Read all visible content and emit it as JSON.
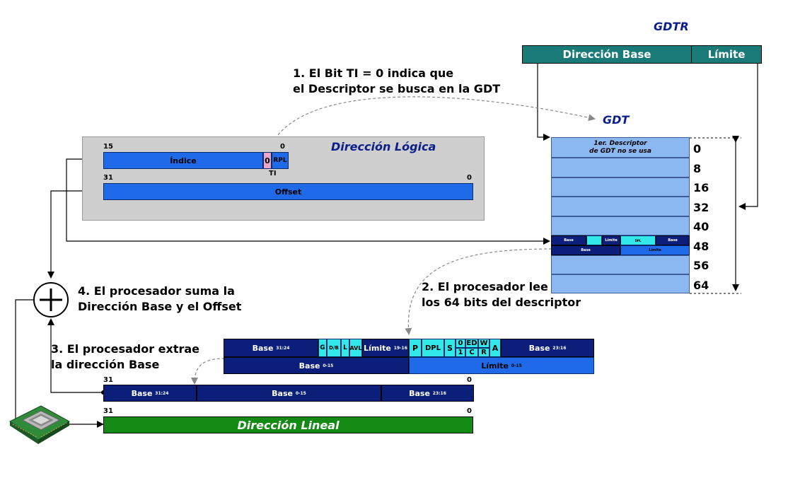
{
  "gdtr": {
    "title": "GDTR",
    "base_label": "Dirección Base",
    "limit_label": "Límite"
  },
  "gdt": {
    "title": "GDT",
    "first_descriptor": "1er. Descriptor\nde GDT no se usa",
    "offsets": [
      "0",
      "8",
      "16",
      "32",
      "40",
      "48",
      "56",
      "64"
    ]
  },
  "logical_address": {
    "title": "Dirección Lógica",
    "bit_15": "15",
    "bit_0": "0",
    "index_label": "Índice",
    "ti_value": "0",
    "rpl_label": "RPL",
    "ti_label": "TI",
    "bit_31": "31",
    "bit_0b": "0",
    "offset_label": "Offset"
  },
  "steps": {
    "step1": "1. El Bit TI = 0 indica que\nel Descriptor se busca en la GDT",
    "step2": "2. El procesador lee\nlos 64 bits del descriptor",
    "step3": "3. El procesador extrae\nla dirección Base",
    "step4": "4. El procesador suma la\nDirección Base y el Offset"
  },
  "descriptor": {
    "base_31_24": "Base",
    "base_31_24_sub": "31:24",
    "g": "G",
    "db": "D/B",
    "l": "L",
    "avl": "AVL",
    "limit_19_16": "Límite",
    "limit_19_16_sub": "19-16",
    "p": "P",
    "dpl": "DPL",
    "s": "S",
    "bit0": "0",
    "bit1": "1",
    "ed": "ED",
    "c": "C",
    "w": "W",
    "r": "R",
    "a": "A",
    "base_23_16": "Base",
    "base_23_16_sub": "23:16",
    "base_0_15": "Base",
    "base_0_15_sub": "0-15",
    "limit_0_15": "Límite",
    "limit_0_15_sub": "0-15"
  },
  "base_register": {
    "bit_31": "31",
    "bit_0": "0",
    "base_31_24": "Base",
    "base_31_24_sub": "31:24",
    "base_0_15": "Base",
    "base_0_15_sub": "0-15",
    "base_23_16": "Base",
    "base_23_16_sub": "23:16"
  },
  "linear_address": {
    "bit_31": "31",
    "bit_0": "0",
    "label": "Dirección Lineal"
  },
  "mini_descriptor": {
    "base_a": "Base",
    "limit": "Límite",
    "dpl": "DPL",
    "base_b": "Base",
    "base_c": "Base",
    "limit_b": "Límite"
  },
  "colors": {
    "teal": "#1a7a78",
    "blue": "#1e6ae8",
    "navy": "#0b1f7a",
    "cyan": "#32e8e8",
    "gdt_row": "#8cb8f2",
    "green": "#138a13",
    "title_blue": "#0b1f8c"
  }
}
